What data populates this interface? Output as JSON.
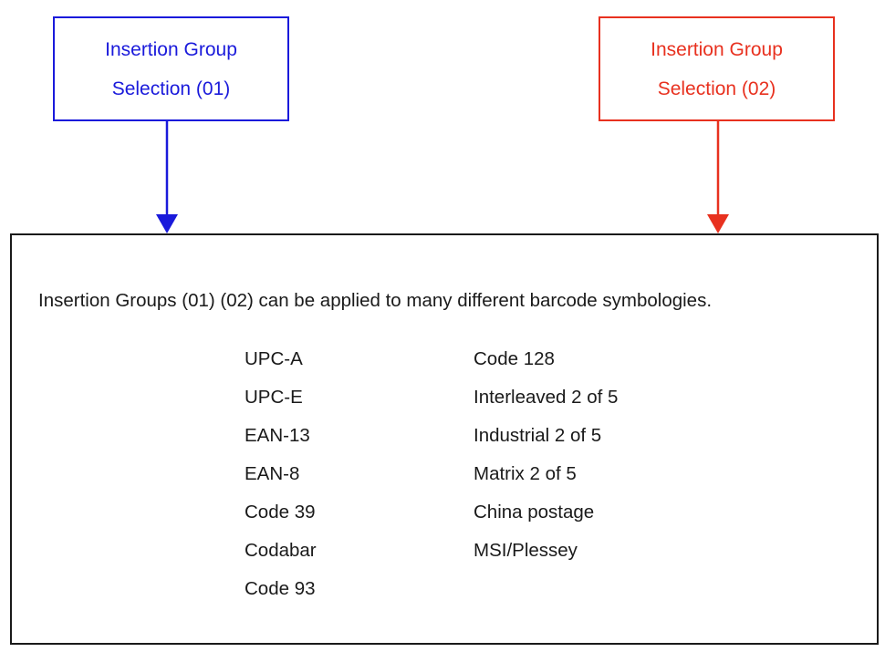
{
  "groups": [
    {
      "line1": "Insertion Group",
      "line2": "Selection (01)",
      "color": "#1a1adb"
    },
    {
      "line1": "Insertion Group",
      "line2": "Selection (02)",
      "color": "#e8311f"
    }
  ],
  "main": {
    "intro": "Insertion Groups (01) (02) can be applied to many different barcode symbologies.",
    "left_column": [
      "UPC-A",
      "UPC-E",
      "EAN-13",
      "EAN-8",
      "Code 39",
      "Codabar",
      "Code 93"
    ],
    "right_column": [
      "Code 128",
      "Interleaved 2 of 5",
      "Industrial 2 of 5",
      "Matrix 2 of 5",
      "China postage",
      "MSI/Plessey"
    ]
  }
}
